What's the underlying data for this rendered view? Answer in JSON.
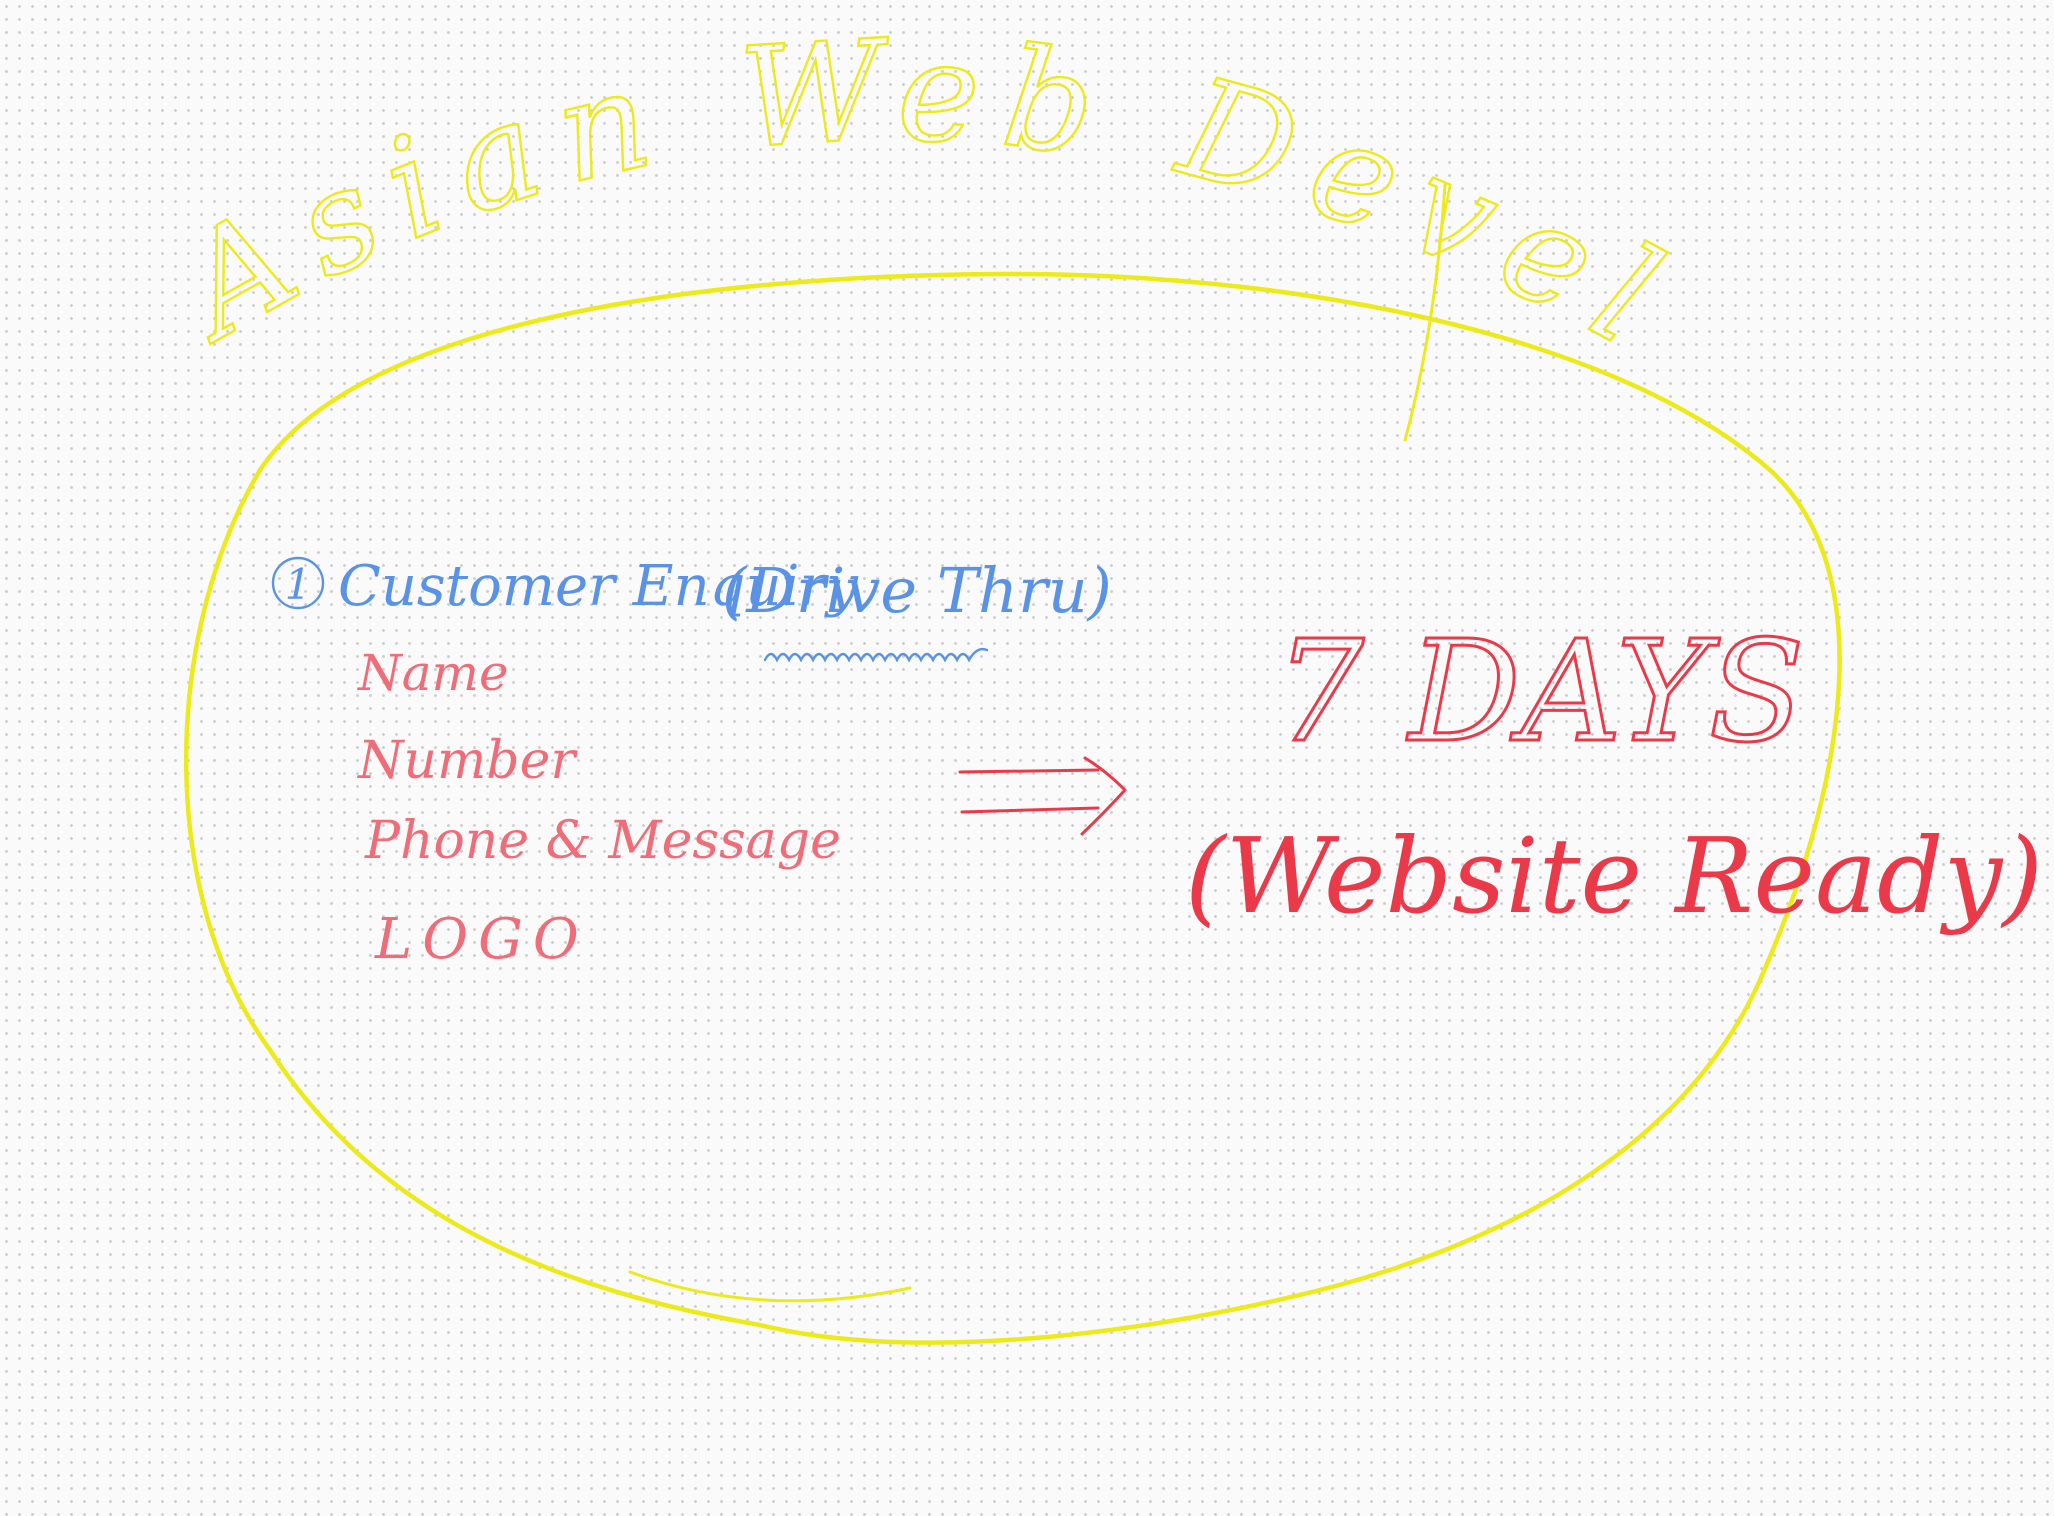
{
  "title": "Asian Web Developers",
  "step_number": "1",
  "enquiry": {
    "heading": "Customer Enquiry",
    "note": "(Drive Thru)",
    "fields": [
      "Name",
      "Number",
      "Phone & Message",
      "LOGO"
    ]
  },
  "result": {
    "headline": "7 DAYS",
    "subline": "(Website Ready)"
  },
  "colors": {
    "yellow_ink": "#ecea18",
    "blue_ink": "#5a93e6",
    "red_ink": "#ea3a4a",
    "light_red_ink": "#ef6d78"
  },
  "icons": {
    "arrow": "double-line-right-arrow"
  }
}
